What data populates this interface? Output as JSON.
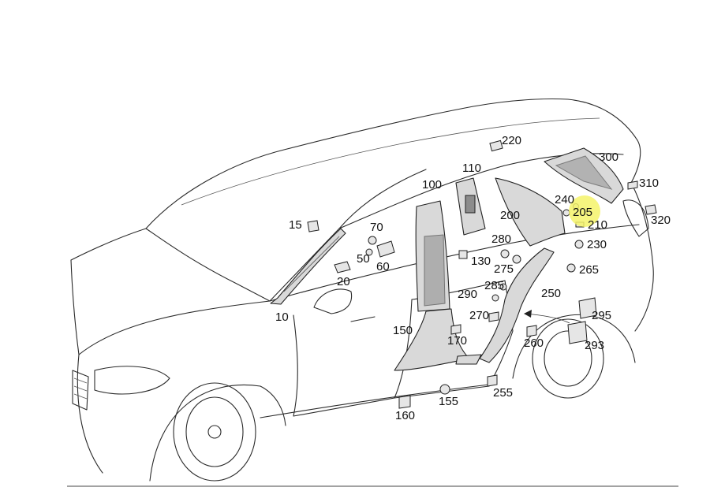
{
  "diagram": {
    "highlight_color": "#f5f36a",
    "highlighted_part": "205",
    "part_labels": [
      {
        "id": "220"
      },
      {
        "id": "300"
      },
      {
        "id": "110"
      },
      {
        "id": "310"
      },
      {
        "id": "100"
      },
      {
        "id": "240"
      },
      {
        "id": "205"
      },
      {
        "id": "320"
      },
      {
        "id": "200"
      },
      {
        "id": "210"
      },
      {
        "id": "15"
      },
      {
        "id": "70"
      },
      {
        "id": "280"
      },
      {
        "id": "230"
      },
      {
        "id": "50"
      },
      {
        "id": "130"
      },
      {
        "id": "60"
      },
      {
        "id": "275"
      },
      {
        "id": "265"
      },
      {
        "id": "20"
      },
      {
        "id": "285"
      },
      {
        "id": "290"
      },
      {
        "id": "250"
      },
      {
        "id": "10"
      },
      {
        "id": "270"
      },
      {
        "id": "295"
      },
      {
        "id": "150"
      },
      {
        "id": "260"
      },
      {
        "id": "293"
      },
      {
        "id": "170"
      },
      {
        "id": "255"
      },
      {
        "id": "155"
      },
      {
        "id": "160"
      }
    ]
  }
}
